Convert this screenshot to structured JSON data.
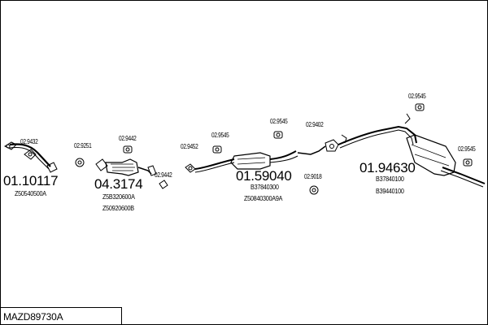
{
  "title": "MAZD89730A",
  "groups": [
    {
      "part_no": "01.10117",
      "codes": [
        "Z50540500A"
      ]
    },
    {
      "part_no": "04.3174",
      "codes": [
        "Z5B320600A",
        "Z50920600B"
      ]
    },
    {
      "part_no": "01.59040",
      "codes": [
        "B37840300",
        "Z50840300A9A"
      ]
    },
    {
      "part_no": "01.94630",
      "codes": [
        "B37840100",
        "B39440100"
      ]
    }
  ],
  "fittings": [
    "02.9432",
    "02.9251",
    "02.9442",
    "02.9442",
    "02.9452",
    "02.9545",
    "02.9545",
    "02.9402",
    "02.9018",
    "02.9545",
    "02.9545"
  ]
}
